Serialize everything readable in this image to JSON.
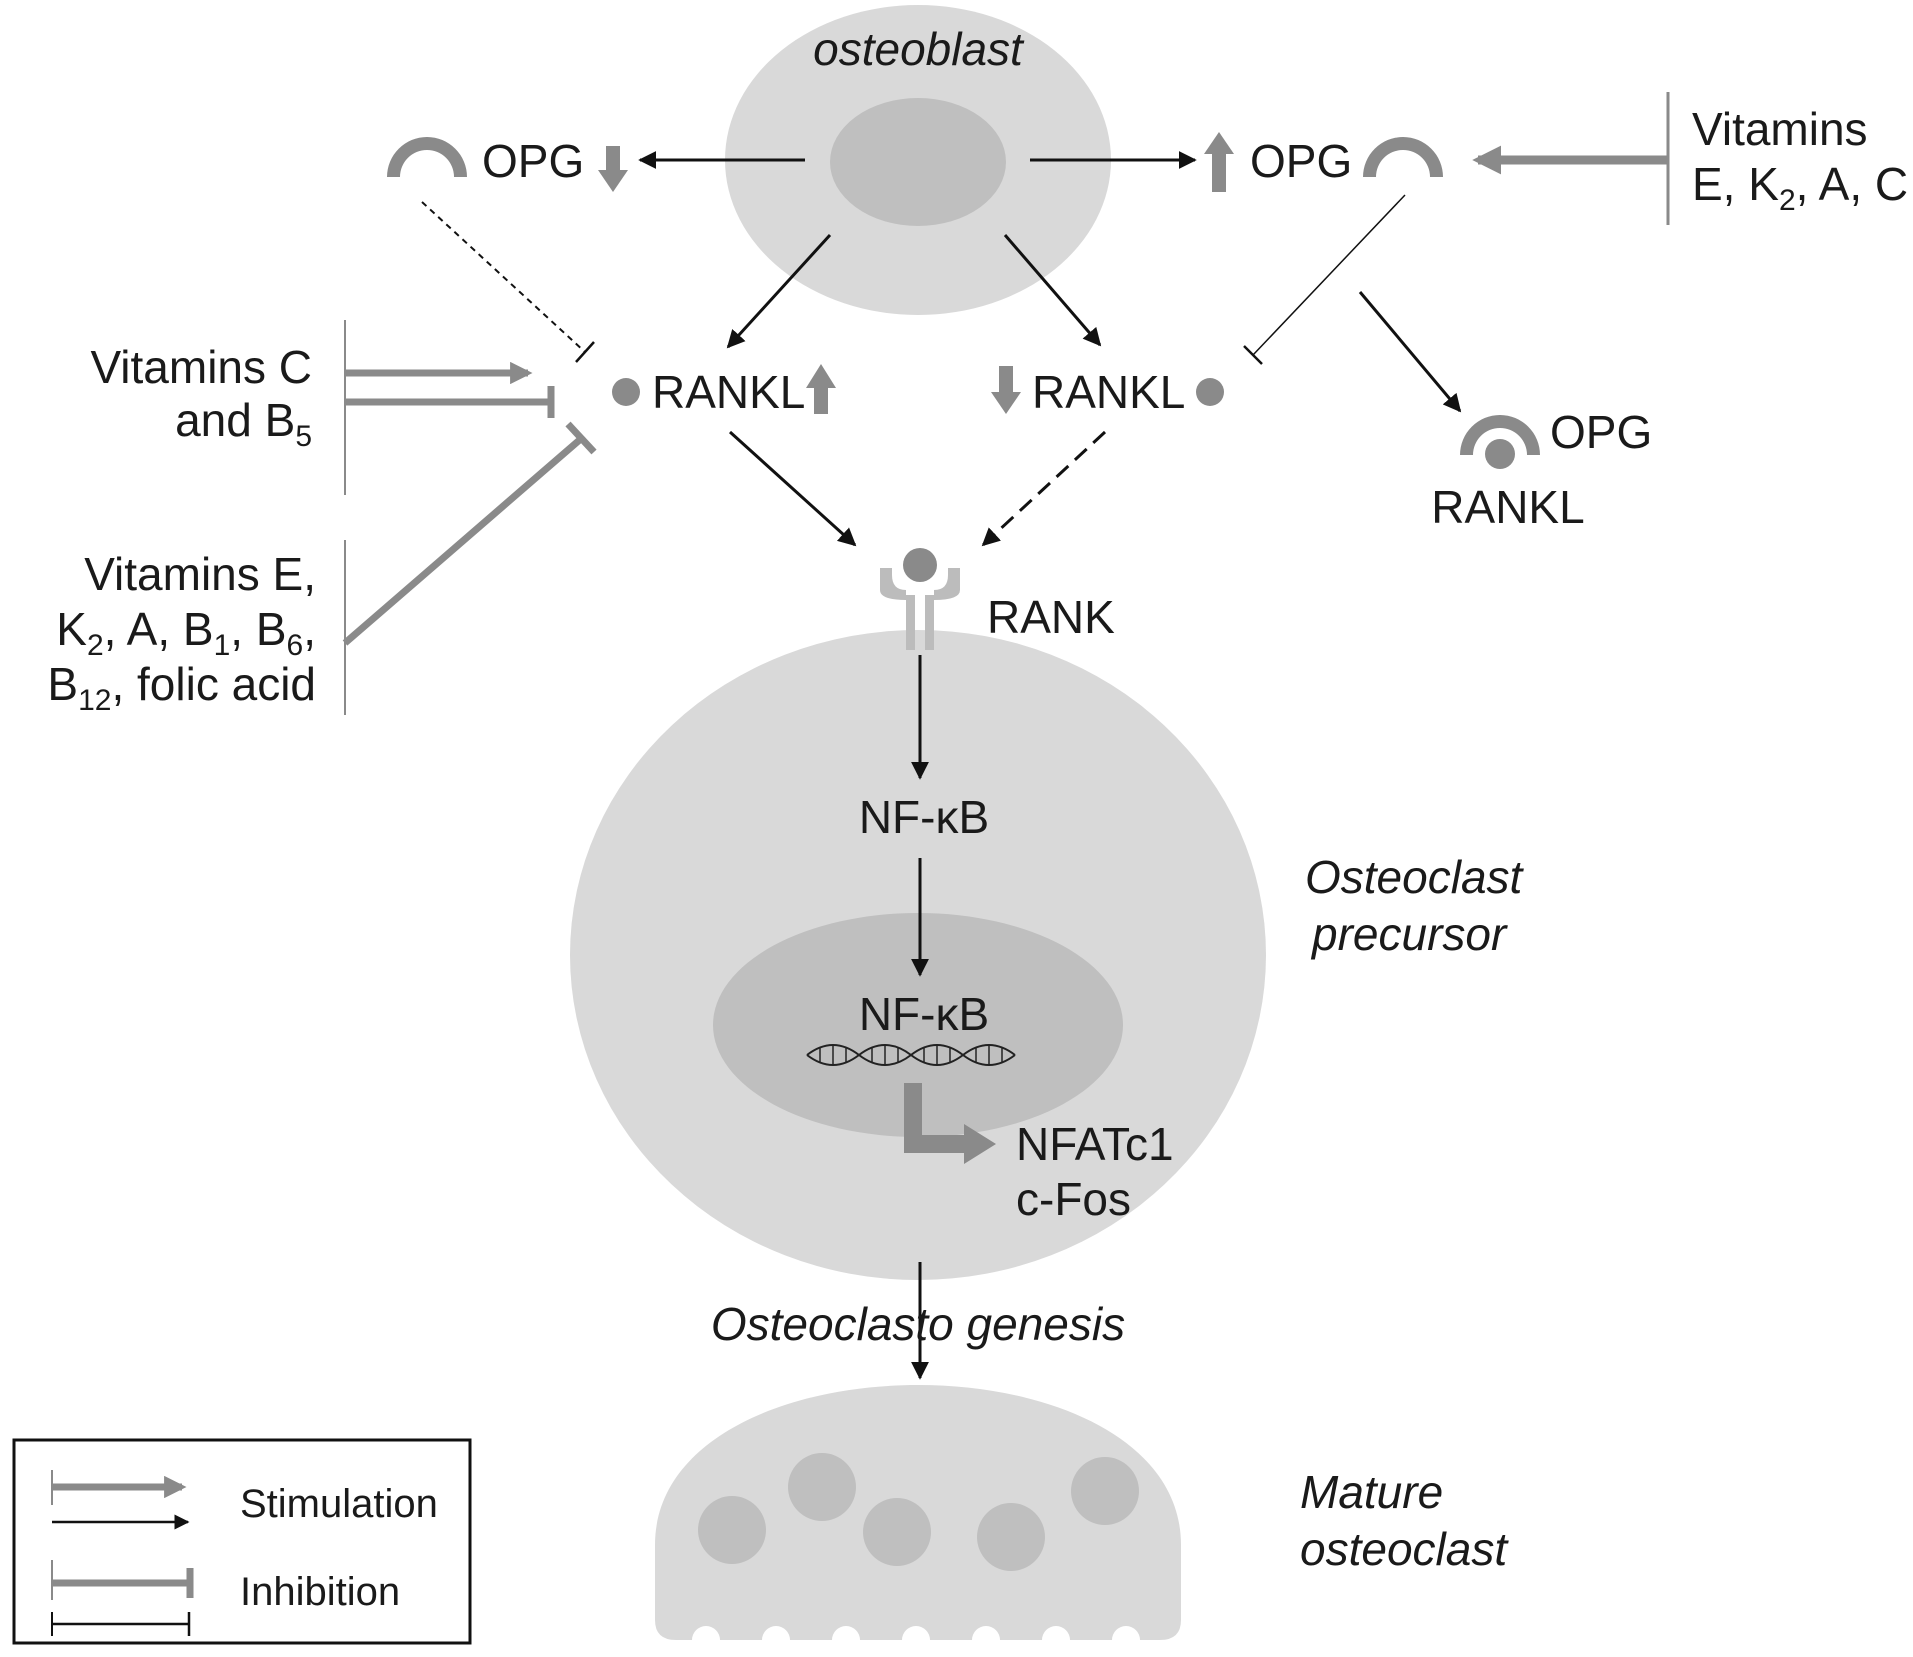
{
  "labels": {
    "osteoblast": "osteoblast",
    "opg_left": "OPG",
    "opg_right": "OPG",
    "rankl_left": "RANKL",
    "rankl_right": "RANKL",
    "vitamins_top_right_l1": "Vitamins",
    "vitamins_top_right_l2": "E, K2, A, C",
    "vitamins_c_b5_l1": "Vitamins C",
    "vitamins_c_b5_l2": "and B5",
    "vitamins_e_group_l1": "Vitamins E,",
    "vitamins_e_group_l2": "K2, A, B1, B6,",
    "vitamins_e_group_l3": "B12, folic acid",
    "opg_complex": "OPG",
    "rankl_complex": "RANKL",
    "rank": "RANK",
    "nfkb_cytoplasm": "NF-κB",
    "nfkb_nucleus": "NF-κB",
    "nfatc1": "NFATc1",
    "cfos": "c-Fos",
    "osteoclast_precursor_l1": "Osteoclast",
    "osteoclast_precursor_l2": "precursor",
    "osteoclastogenesis": "Osteoclasto genesis",
    "mature_osteoclast_l1": "Mature",
    "mature_osteoclast_l2": "osteoclast"
  },
  "legend": {
    "stimulation": "Stimulation",
    "inhibition": "Inhibition"
  },
  "colors": {
    "cell_light": "#d9d9d9",
    "nucleus": "#bfbfbf",
    "symbol_gray": "#8a8a8a",
    "arrow_black": "#111111"
  }
}
